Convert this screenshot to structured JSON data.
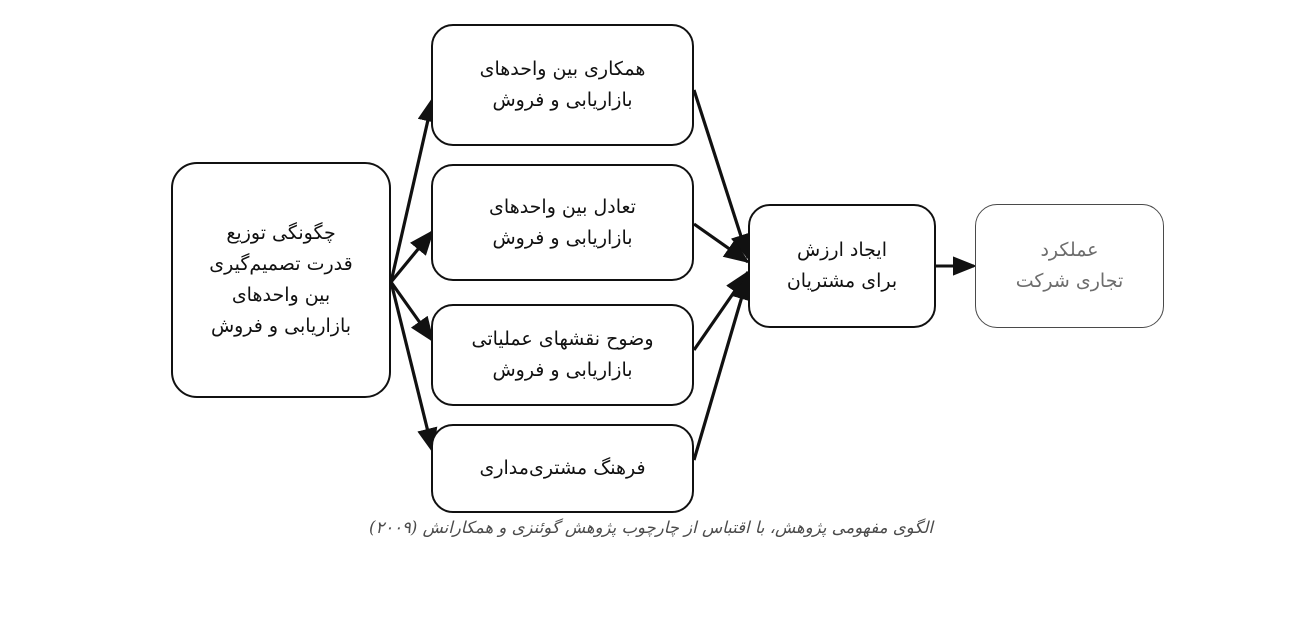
{
  "diagram": {
    "type": "flow-diagram",
    "title_caption": "الگوی مفهومی پژوهش، با اقتباس از چارچوب پژوهش گوئنزی و همکارانش (۲۰۰۹)",
    "colors": {
      "stroke": "#111111",
      "background": "#ffffff",
      "faded_stroke": "#4a4a4a",
      "faded_text": "#6d6d6d"
    },
    "nodes": {
      "driver": {
        "id": "driver",
        "lines": [
          "چگونگی توزیع",
          "قدرت تصمیم‌گیری",
          "بین واحدهای",
          "بازاریابی و فروش"
        ]
      },
      "collaboration": {
        "id": "collaboration",
        "lines": [
          "همکاری بین واحدهای",
          "بازاریابی و فروش"
        ]
      },
      "balance": {
        "id": "balance",
        "lines": [
          "تعادل بین واحدهای",
          "بازاریابی و فروش"
        ]
      },
      "clarity": {
        "id": "clarity",
        "lines": [
          "وضوح نقشهای عملیاتی",
          "بازاریابی و فروش"
        ]
      },
      "culture": {
        "id": "culture",
        "lines": [
          "فرهنگ مشتری‌مداری"
        ]
      },
      "value": {
        "id": "value",
        "lines": [
          "ایجاد ارزش",
          "برای مشتریان"
        ]
      },
      "performance": {
        "id": "performance",
        "lines": [
          "عملکرد",
          "تجاری شرکت"
        ]
      }
    },
    "edges": [
      {
        "from": "driver",
        "to": "collaboration"
      },
      {
        "from": "driver",
        "to": "balance"
      },
      {
        "from": "driver",
        "to": "clarity"
      },
      {
        "from": "driver",
        "to": "culture"
      },
      {
        "from": "collaboration",
        "to": "value"
      },
      {
        "from": "balance",
        "to": "value"
      },
      {
        "from": "clarity",
        "to": "value"
      },
      {
        "from": "culture",
        "to": "value"
      },
      {
        "from": "value",
        "to": "performance"
      }
    ]
  }
}
